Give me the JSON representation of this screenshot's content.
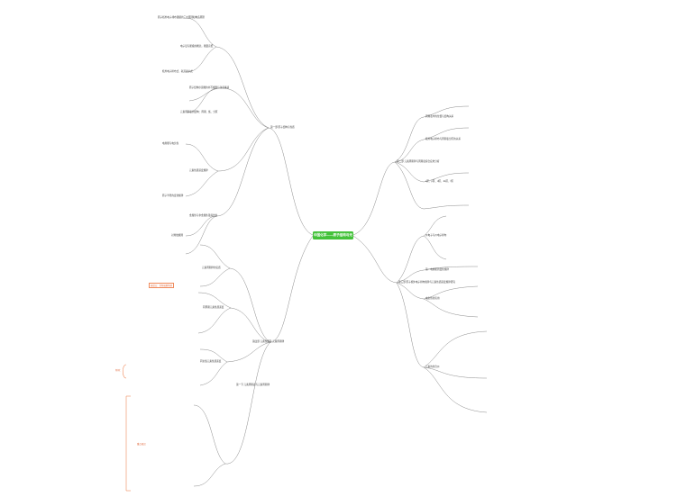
{
  "root": {
    "label": "中国化学——原子结构与元素周期表"
  },
  "branches": [
    {
      "name": "b1",
      "label": "第一部 原子结构与性质"
    },
    {
      "name": "b2",
      "label": "第二部 元素周期律与周期表综合应用分析"
    },
    {
      "name": "b3",
      "label": "第三部 原子核外电子排布规律与元素性质递变规律研究"
    },
    {
      "name": "b4",
      "label": "第四部 元素性质及 元素周期律"
    },
    {
      "name": "b5",
      "label": "第一节 元素周期表与元素周期律"
    }
  ],
  "labels": {
    "l1": "电子层与能级的概念，能量高低",
    "l2": "原子核外电子排布遵循的三大原理和构造原理",
    "l3": "核外电子排布式、轨道表示式",
    "l4": "原子结构示意图的书写规则与注意事项",
    "l5": "元素周期表的结构：周期、族、分区",
    "l6": "元素性质递变规律",
    "l7": "电离能与电负性",
    "l8": "原子半径的变化规律",
    "l9": "金属性与非金属性强弱比较",
    "l10": "对角线规则",
    "l11": "元素周期律的实质",
    "l12": "同周期元素性质递变",
    "l13": "同主族元素性质递变",
    "l14": "周期表中的位置与结构关系",
    "l15": "核外电子排布与周期表分区的关系",
    "l16": "s区、p区、d区、ds区、f区",
    "l17": "价电子与价电子排布",
    "l18": "第一电离能的变化规律",
    "l19": "电负性的应用",
    "l20": "元素的化合价"
  },
  "highlights": {
    "h1": "注意：",
    "h2": "特例：",
    "h3": "重点知识",
    "h4": "易错点：洪特规则特例"
  }
}
